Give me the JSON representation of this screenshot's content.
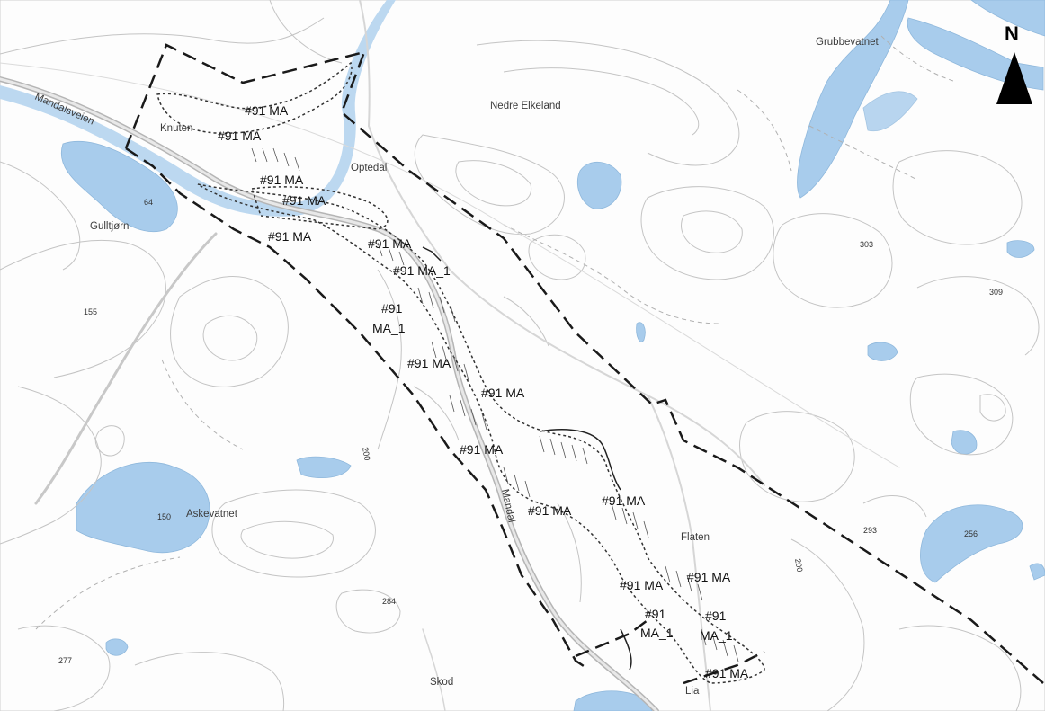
{
  "map": {
    "north_label": "N",
    "colors": {
      "water": "#a8ccec",
      "contour": "#c4c4c4",
      "road": "#cfcfcf",
      "boundary": "#1a1a1a",
      "zone": "#333333"
    },
    "places": {
      "grubbevatnet": "Grubbevatnet",
      "nedre_elkeland": "Nedre Elkeland",
      "knuten": "Knuten",
      "optedal": "Optedal",
      "gulltjorn": "Gulltjørn",
      "askevatnet": "Askevatnet",
      "flaten": "Flaten",
      "skod": "Skod",
      "lia": "Lia"
    },
    "roads": {
      "mandalsveien": "Mandalsveien",
      "mandalsveien_short": "Mandal"
    },
    "spot_heights": {
      "h64": "64",
      "h155": "155",
      "h150": "150",
      "h303": "303",
      "h309": "309",
      "h293": "293",
      "h256": "256",
      "h284": "284",
      "h277": "277",
      "h200a": "200",
      "h200b": "200"
    },
    "zones": {
      "z1": "#91 MA",
      "z2": "#91 MA",
      "z3": "#91 MA",
      "z4": "#91 MA",
      "z5": "#91 MA",
      "z6": "#91 MA",
      "z7": "#91 MA_1",
      "z8a": "#91",
      "z8b": "MA_1",
      "z9": "#91 MA",
      "z10": "#91 MA",
      "z11": "#91 MA",
      "z12": "#91 MA",
      "z13": "#91 MA",
      "z14": "#91 MA",
      "z15": "#91 MA",
      "z16a": "#91",
      "z16b": "MA_1",
      "z17a": "#91",
      "z17b": "MA_1",
      "z18": "#91 MA"
    }
  }
}
